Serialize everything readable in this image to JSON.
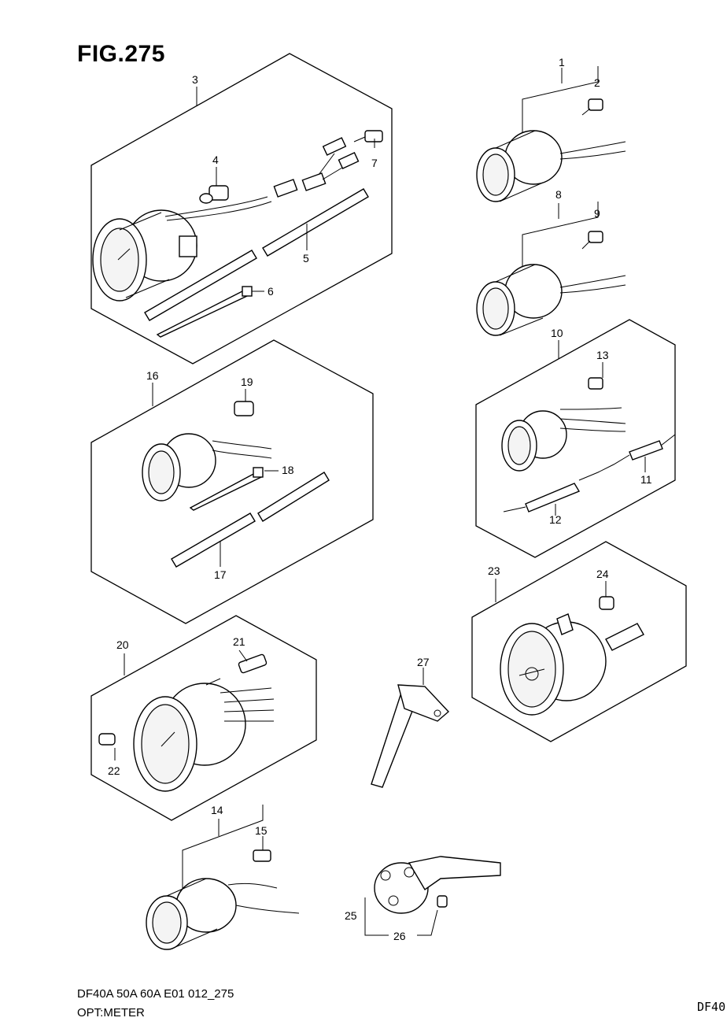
{
  "figure": {
    "title": "FIG.275",
    "footer_model": "DF40A 50A 60A E01 012_275",
    "footer_name": "OPT:METER",
    "footer_code": "DF40"
  },
  "callouts": [
    "1",
    "2",
    "3",
    "4",
    "5",
    "6",
    "7",
    "8",
    "9",
    "10",
    "11",
    "12",
    "13",
    "14",
    "15",
    "16",
    "17",
    "18",
    "19",
    "20",
    "21",
    "22",
    "23",
    "24",
    "25",
    "26",
    "27"
  ]
}
